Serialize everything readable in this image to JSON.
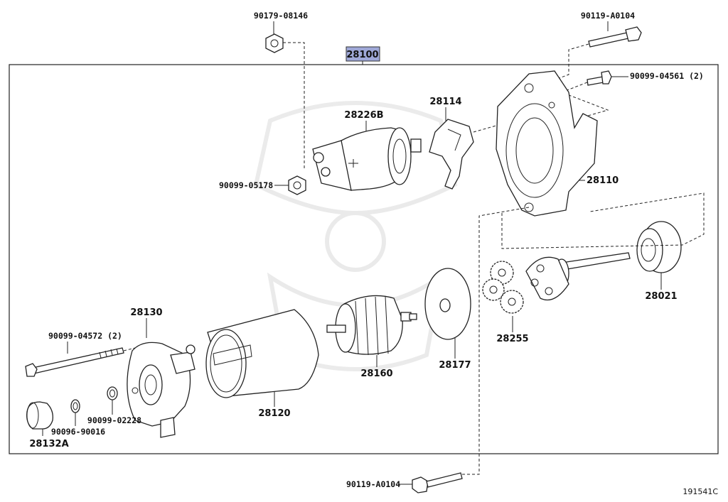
{
  "assembly": {
    "part_number": "28100",
    "highlight_color": "#9fa8d8"
  },
  "parts": {
    "nut_top": "90179-08146",
    "bolt_top_right": "90119-A0104",
    "bolt_right": "90099-04561 (2)",
    "solenoid": "28226B",
    "lever": "28114",
    "housing": "28110",
    "nut_solenoid": "90099-05178",
    "clutch": "28021",
    "gears": "28255",
    "plate": "28177",
    "armature": "28160",
    "end_frame": "28130",
    "through_bolt": "90099-04572 (2)",
    "yoke": "28120",
    "washer_a": "90099-02228",
    "washer_b": "90096-90016",
    "cap": "28132A",
    "bolt_bottom": "90119-A0104"
  },
  "diagram_ref": "191541C"
}
